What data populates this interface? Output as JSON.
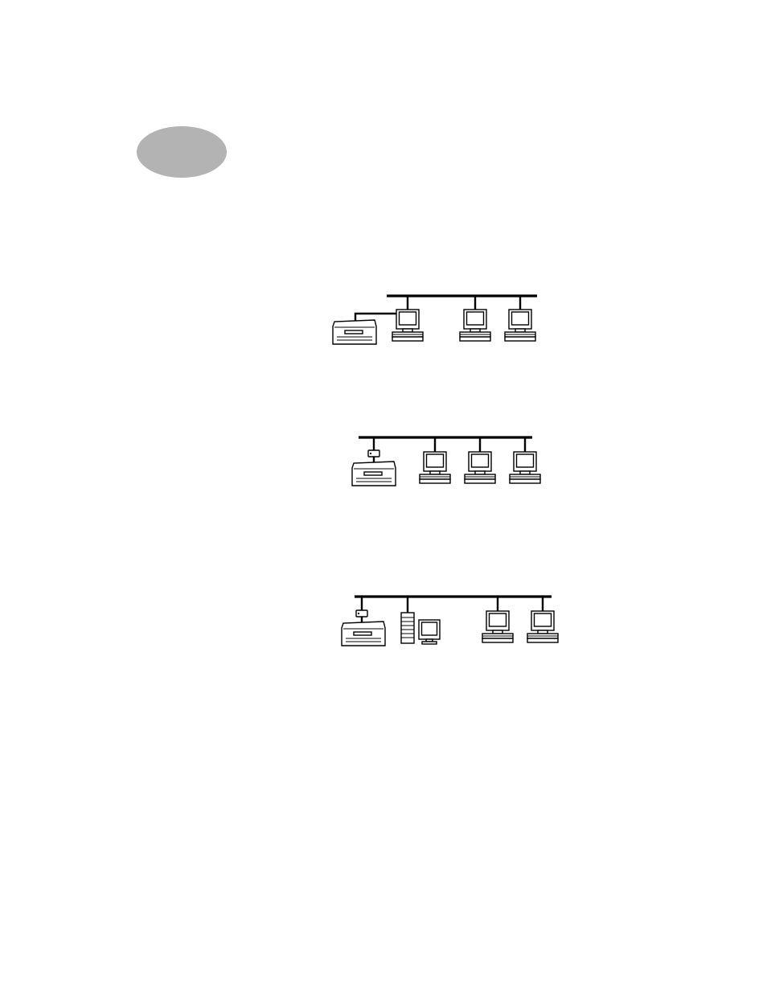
{
  "page": {
    "badge_icon": "section-badge-gray-oval",
    "colors": {
      "badge": "#b3b3b3",
      "ink": "#000000",
      "paper": "#ffffff"
    }
  },
  "diagrams": [
    {
      "name": "shared-printer-via-host-pc",
      "devices": [
        "printer",
        "workstation",
        "workstation",
        "workstation"
      ],
      "printer_connection": "cabled-to-first-workstation"
    },
    {
      "name": "network-printer-with-print-server",
      "devices": [
        "printer-with-print-server",
        "workstation",
        "workstation",
        "workstation"
      ],
      "printer_connection": "external-print-server-on-network"
    },
    {
      "name": "network-printer-with-server-and-clients",
      "devices": [
        "printer-with-print-server",
        "server-tower-with-monitor",
        "workstation",
        "workstation"
      ],
      "printer_connection": "external-print-server-on-network"
    }
  ]
}
